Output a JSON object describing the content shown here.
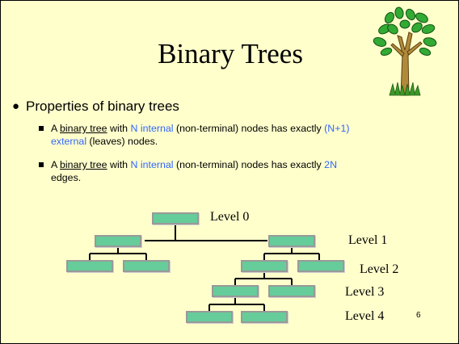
{
  "slide": {
    "title": "Binary Trees",
    "page_number": "6",
    "bullet": "Properties of binary trees",
    "sub1": {
      "a": "A ",
      "term": "binary tree",
      "b": " with ",
      "n_internal": "N internal",
      "c": " (non-terminal) nodes has exactly ",
      "n_plus_one": "(N+1)",
      "external": "external",
      "d": " (leaves) nodes."
    },
    "sub2": {
      "a": "A ",
      "term": "binary tree",
      "b": " with ",
      "n_internal": "N internal",
      "c": " (non-terminal) nodes has exactly ",
      "two_n": "2N",
      "d": "edges."
    },
    "levels": [
      "Level 0",
      "Level 1",
      "Level 2",
      "Level 3",
      "Level 4"
    ]
  },
  "colors": {
    "background": "#ffffcc",
    "node_fill": "#66cc99",
    "node_border": "#999999",
    "highlight_text": "#3366ff"
  },
  "icons": {
    "decoration": "tree-icon"
  }
}
